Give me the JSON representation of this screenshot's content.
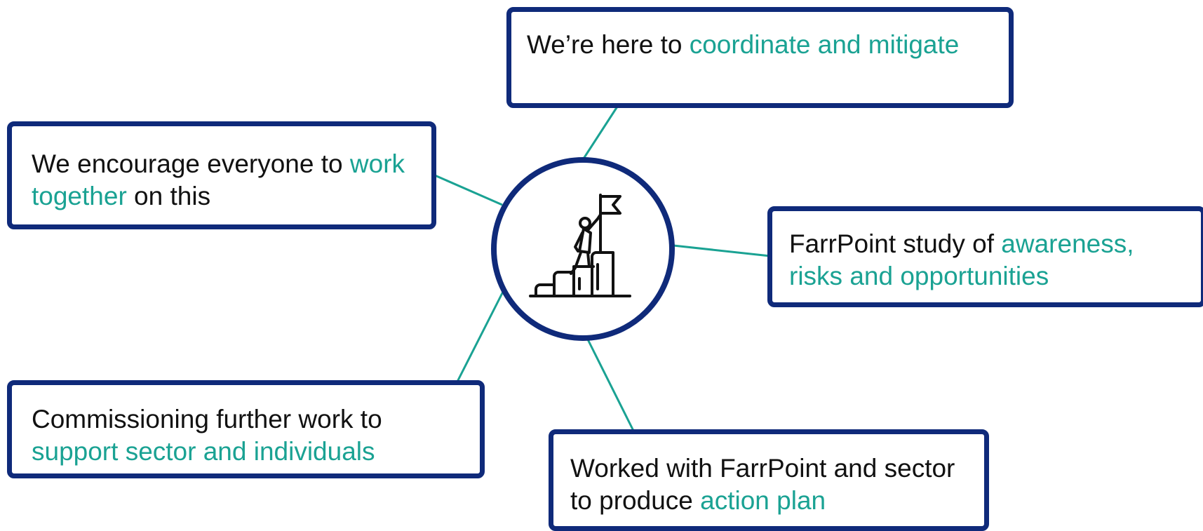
{
  "colors": {
    "box_border": "#0f2a7a",
    "connector": "#1aa293",
    "highlight_text": "#1aa293",
    "body_text": "#111111"
  },
  "center": {
    "icon": "person-climbing-steps-with-flag-icon"
  },
  "nodes": [
    {
      "id": "coordinate",
      "before": "We’re here to ",
      "highlight": "coordinate and mitigate",
      "after": ""
    },
    {
      "id": "work-together",
      "before": "We encourage everyone to ",
      "highlight": "work together",
      "after": " on this"
    },
    {
      "id": "farrpoint-study",
      "before": "FarrPoint study of ",
      "highlight": "awareness, risks and opportunities",
      "after": ""
    },
    {
      "id": "commissioning",
      "before": "Commissioning further work to ",
      "highlight": "support sector and individuals",
      "after": ""
    },
    {
      "id": "action-plan",
      "before": "Worked with FarrPoint and sector to produce ",
      "highlight": "action plan",
      "after": ""
    }
  ]
}
